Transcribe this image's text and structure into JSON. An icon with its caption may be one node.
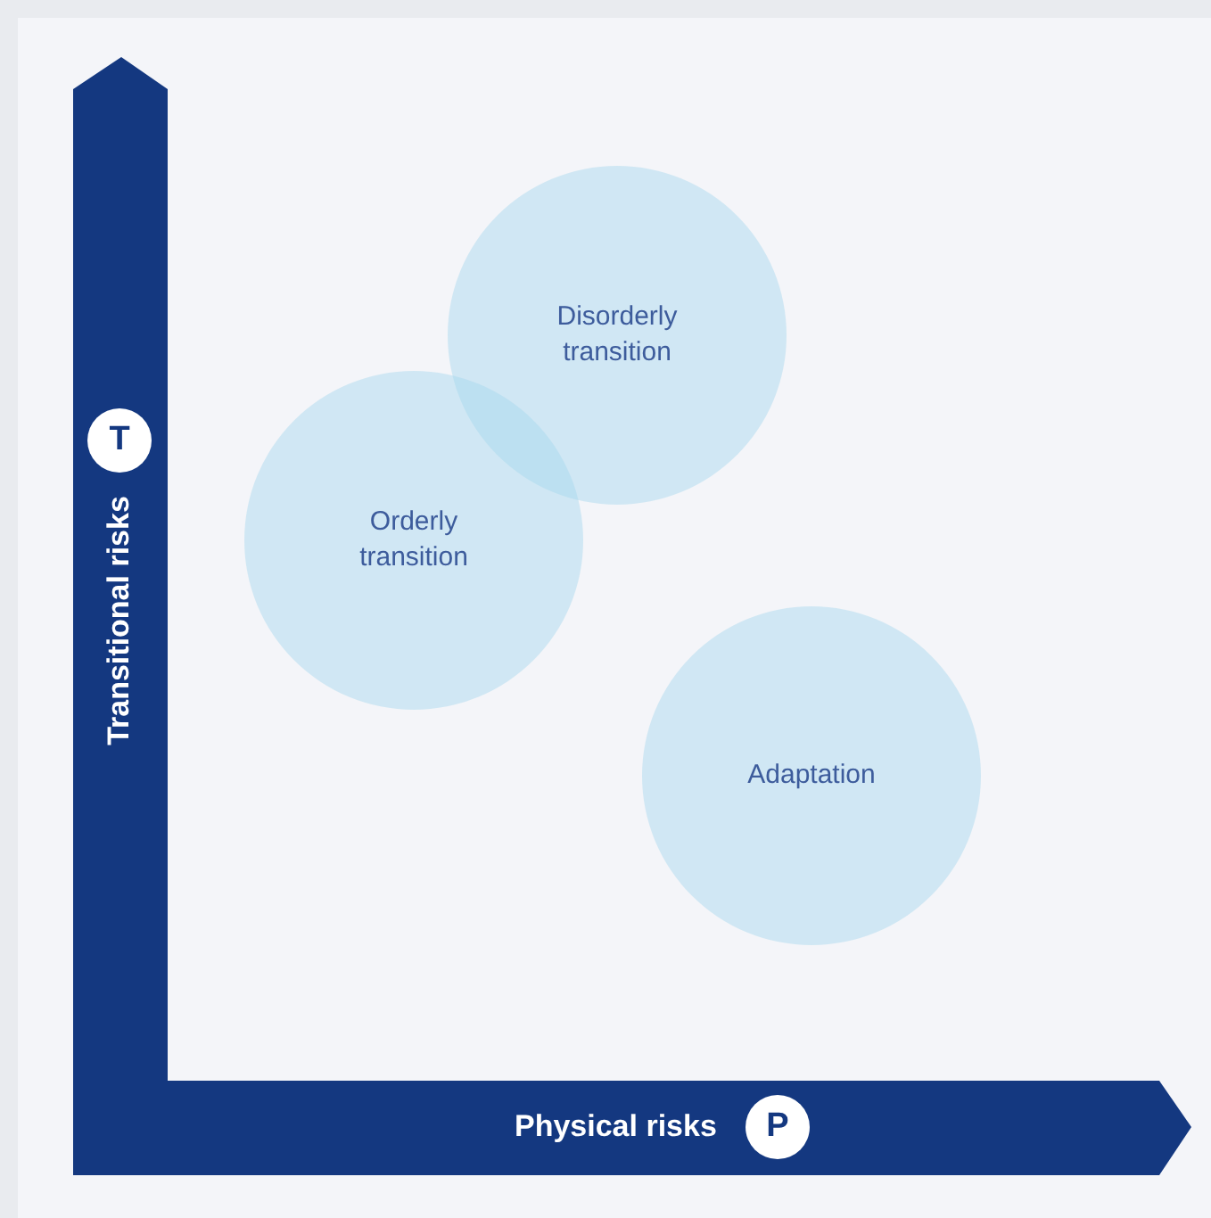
{
  "diagram": {
    "nodes": [
      {
        "text": [
          "Disorderly transition"
        ]
      },
      {
        "text": [
          "Orderly transition"
        ]
      },
      {
        "text": [
          "Adaptation"
        ]
      }
    ],
    "labels": [
      "T",
      "Transitional risks",
      "Physical risks",
      "P"
    ]
  }
}
